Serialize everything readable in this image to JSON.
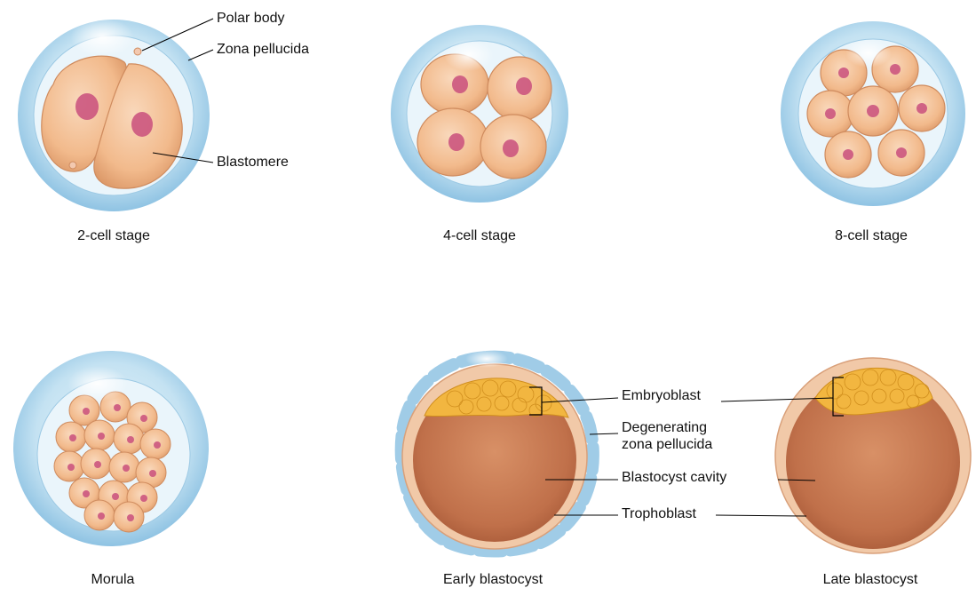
{
  "stages": {
    "two_cell": "2-cell stage",
    "four_cell": "4-cell stage",
    "eight_cell": "8-cell stage",
    "morula": "Morula",
    "early_blastocyst": "Early blastocyst",
    "late_blastocyst": "Late blastocyst"
  },
  "labels": {
    "polar_body": "Polar body",
    "zona_pellucida": "Zona pellucida",
    "blastomere": "Blastomere",
    "embryoblast": "Embryoblast",
    "degenerating_zona_line1": "Degenerating",
    "degenerating_zona_line2": "zona pellucida",
    "blastocyst_cavity": "Blastocyst cavity",
    "trophoblast": "Trophoblast"
  },
  "colors": {
    "zona": "#b9dcef",
    "zona_dark": "#8fc3e3",
    "cell": "#f3bf95",
    "cell_edge": "#cf8b5e",
    "nucleus": "#c94f7c",
    "embryoblast": "#f2b640",
    "cavity": "#c97a4e",
    "trophoblast": "#f1c9a8"
  }
}
